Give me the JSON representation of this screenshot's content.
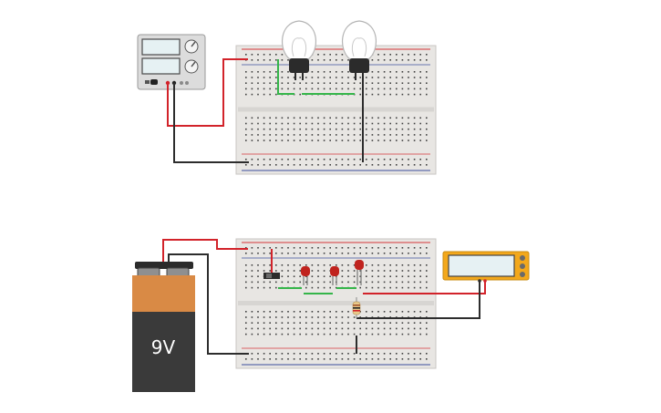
{
  "workspace": {
    "background": "#ffffff"
  },
  "top_circuit": {
    "power_supply": {
      "icon": "dc-power-supply-icon",
      "display_color": "#e6f1f3"
    },
    "lamps": [
      {
        "icon": "lightbulb-icon",
        "state": "off"
      },
      {
        "icon": "lightbulb-icon",
        "state": "off"
      }
    ]
  },
  "bottom_circuit": {
    "battery": {
      "label": "9V",
      "icon": "battery-9v-icon",
      "top_color": "#d98a45",
      "body_color": "#3a3a3a"
    },
    "leds": [
      {
        "icon": "red-led-icon",
        "color": "#c0231e"
      },
      {
        "icon": "red-led-icon",
        "color": "#c0231e"
      },
      {
        "icon": "red-led-icon",
        "color": "#c0231e"
      }
    ],
    "switch": {
      "icon": "slide-switch-icon"
    },
    "resistor": {
      "icon": "resistor-icon"
    },
    "multimeter": {
      "icon": "multimeter-icon",
      "frame_color": "#f3a81b"
    }
  },
  "colors": {
    "breadboard": "#e8e6e3",
    "hole": "#3f3f3f",
    "rail_red": "#d6373a",
    "rail_blue": "#3c4f9e",
    "wire_red": "#d2232a",
    "wire_black": "#2d2d2d",
    "wire_green": "#35b54a"
  }
}
